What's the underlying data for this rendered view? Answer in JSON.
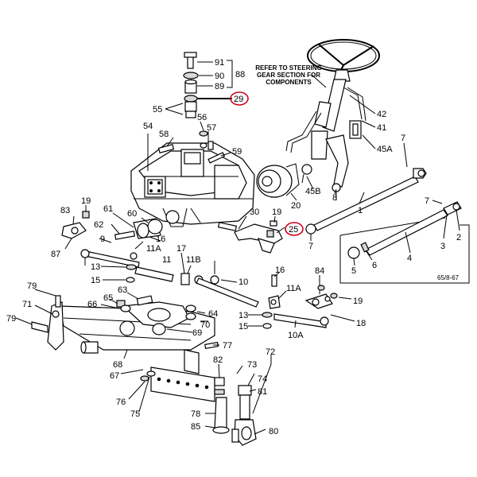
{
  "diagram": {
    "note_lines": [
      "REFER TO STEERING",
      "GEAR SECTION FOR",
      "COMPONENTS"
    ],
    "figure_code": "65/8-67",
    "highlight_color": "#d0021b",
    "callouts": {
      "c91": "91",
      "c90": "90",
      "c89": "89",
      "c88": "88",
      "c29": "29",
      "c55": "55",
      "c56": "56",
      "c57": "57",
      "c54": "54",
      "c58": "58",
      "c59": "59",
      "c42": "42",
      "c41": "41",
      "c45a": "45A",
      "c7a": "7",
      "c45b": "45B",
      "c8": "8",
      "c20": "20",
      "c1": "1",
      "c7b": "7",
      "c2": "2",
      "c3": "3",
      "c4": "4",
      "c5": "5",
      "c6": "6",
      "c7c": "7",
      "c19a": "19",
      "c83": "83",
      "c61": "61",
      "c60": "60",
      "c62": "62",
      "c9": "9",
      "c87": "87",
      "c16a": "16",
      "c11a1": "11A",
      "c17": "17",
      "c30": "30",
      "c19b": "19",
      "c25": "25",
      "c13a": "13",
      "c15a": "15",
      "c11": "11",
      "c11b": "11B",
      "c63": "63",
      "c65": "65",
      "c66": "66",
      "c10": "10",
      "c16b": "16",
      "c11a2": "11A",
      "c84": "84",
      "c19c": "19",
      "c79a": "79",
      "c71": "71",
      "c79b": "79",
      "c64": "64",
      "c70": "70",
      "c69": "69",
      "c13b": "13",
      "c15b": "15",
      "c18": "18",
      "c10a": "10A",
      "c77": "77",
      "c68": "68",
      "c67": "67",
      "c72": "72",
      "c82": "82",
      "c73": "73",
      "c74": "74",
      "c81": "81",
      "c76": "76",
      "c75": "75",
      "c78": "78",
      "c85": "85",
      "c80": "80"
    }
  }
}
